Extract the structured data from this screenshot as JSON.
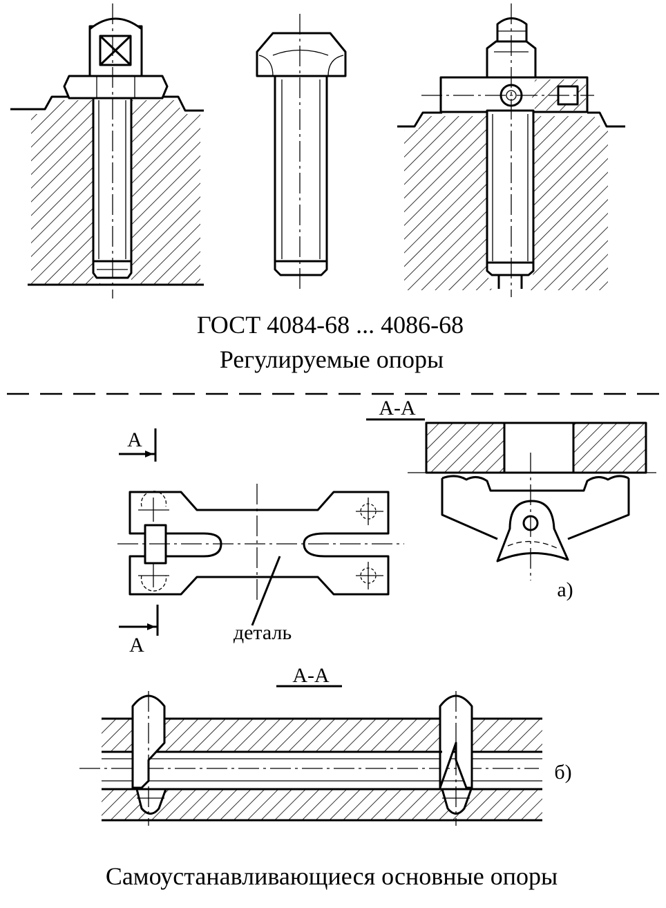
{
  "top_section": {
    "standard_label": "ГОСТ 4084-68 ... 4086-68",
    "title": "Регулируемые опоры"
  },
  "bottom_section": {
    "section_a_label_top": "А-А",
    "cut_mark_top": "А",
    "cut_mark_bottom": "А",
    "part_label": "деталь",
    "variant_a_label": "а)",
    "section_a_label_bottom": "А-А",
    "variant_b_label": "б)",
    "title": "Самоустанавливающиеся основные опоры"
  },
  "colors": {
    "ink": "#000000",
    "paper": "#ffffff"
  }
}
